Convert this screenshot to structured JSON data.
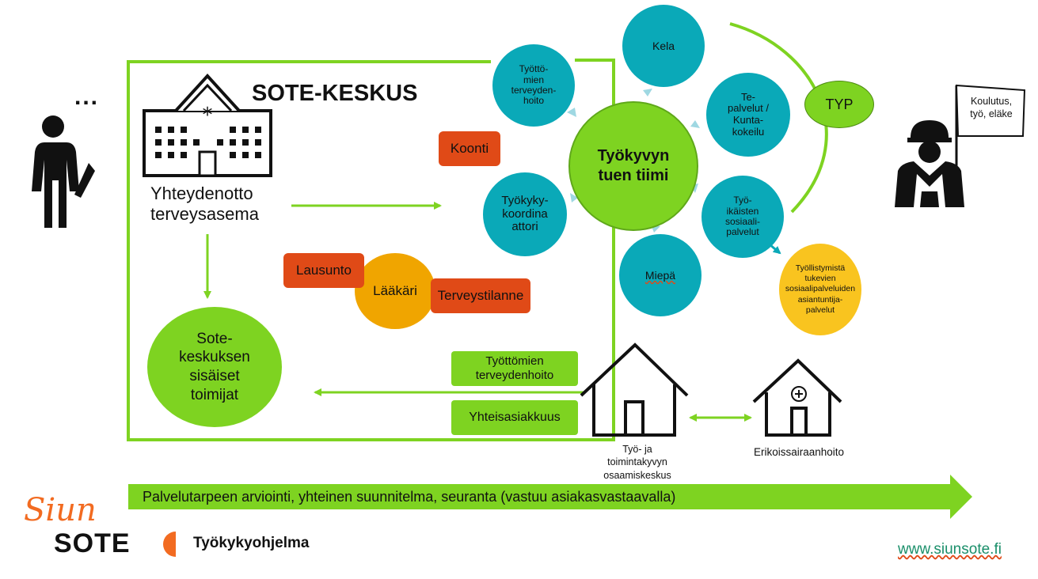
{
  "colors": {
    "green": "#7ed321",
    "teal": "#0aa9b8",
    "orange": "#e04a17",
    "amber": "#f0a500",
    "yellow": "#f9c41f",
    "brand_orange": "#f26b21"
  },
  "sote": {
    "title": "SOTE-KESKUS",
    "contact": "Yhteydenotto\nterveysasema",
    "internal": "Sote-\nkeskuksen\nsisäiset\ntoimijat",
    "koonti": "Koonti",
    "lausunto": "Lausunto",
    "laakari": "Lääkäri",
    "terveystilanne": "Terveystilanne",
    "tyottomien": "Työttömien\nterveydenhoito",
    "yhteisasiakkuus": "Yhteisasiakkuus"
  },
  "person_dots": "...",
  "team": {
    "center": "Työkyvyn\ntuen tiimi",
    "satellites": {
      "tyottomien": "Työttö-\nmien\nterveyden-\nhoito",
      "kela": "Kela",
      "tepalvelut": "Te-\npalvelut /\nKunta-\nkokeilu",
      "tyoikaisten": "Työ-\nikäisten\nsosiaali-\npalvelut",
      "miepa": "Miepä",
      "koordinaattori": "Työkyky-\nkoordina\nattori"
    },
    "typ": "TYP",
    "asiantuntija": "Työllistymistä\ntukevien\nsosiaalipalveluiden\nasiantuntija-\npalvelut"
  },
  "flag": "Koulutus,\ntyö, eläke",
  "houses": {
    "osaamiskeskus": "Työ- ja\ntoimintakyvyn\nosaamiskeskus",
    "erikoissairaanhoito": "Erikoissairaanhoito"
  },
  "bottom_arrow": "Palvelutarpeen arviointi, yhteinen suunnitelma, seuranta (vastuu asiakasvastaavalla)",
  "logos": {
    "siun_script": "Siun",
    "sote": "SOTE",
    "tyokykyohjelma": "Työkykyohjelma"
  },
  "url": "www.siunsote.fi"
}
